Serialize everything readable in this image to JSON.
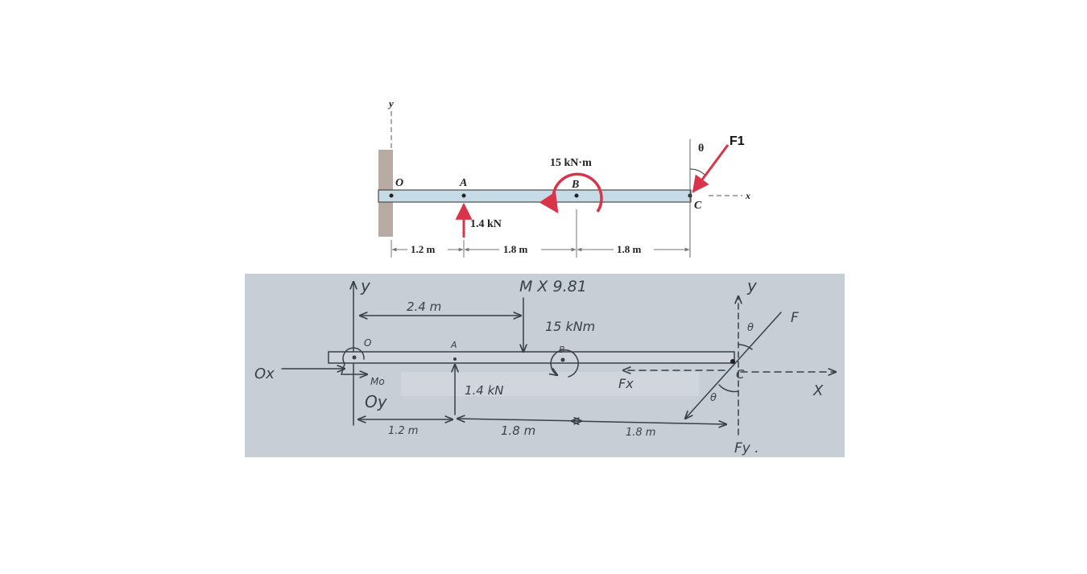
{
  "top_diagram": {
    "axis_y": "y",
    "axis_x": "x",
    "point_o": "O",
    "point_a": "A",
    "point_b": "B",
    "point_c": "C",
    "force_a": "1.4 kN",
    "moment_b": "15 kN·m",
    "force_c_name": "F1",
    "angle": "θ",
    "dim_1": "1.2 m",
    "dim_2": "1.8 m",
    "dim_3": "1.8 m",
    "colors": {
      "beam": "#c5dbe6",
      "force": "#d9344a",
      "wall": "#b7aba4"
    }
  },
  "bottom_sketch": {
    "axis_y_left": "y",
    "axis_y_right": "y",
    "axis_x_right": "X",
    "ox": "Ox",
    "oy": "Oy",
    "mo": "Mo",
    "point_o": "O",
    "point_a": "A",
    "point_b": "B",
    "point_c": "C",
    "weight": "M X 9.81",
    "dim_24": "2.4 m",
    "moment": "15 kNm",
    "force_a": "1.4 kN",
    "fx": "Fx",
    "fy": "Fy .",
    "force_f": "F",
    "angle_top": "θ",
    "angle_bottom": "θ",
    "dim_1": "1.2 m",
    "dim_2": "1.8 m",
    "dim_3": "1.8 m",
    "colors": {
      "paper": "#c8ced6",
      "ink": "#3a3f4a"
    }
  }
}
